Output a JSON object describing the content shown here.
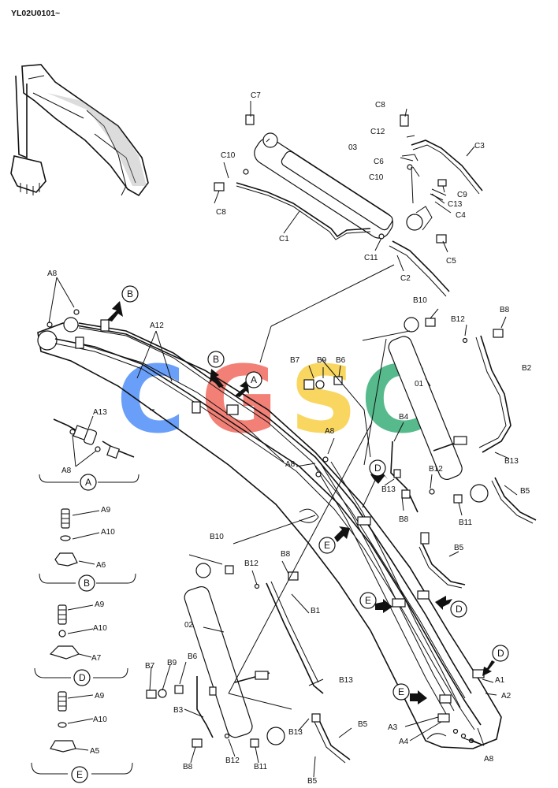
{
  "document_code": "YL02U0101~",
  "watermark": {
    "letters": [
      "C",
      "G",
      "S",
      "C"
    ],
    "colors": [
      "#4f8ff7",
      "#f26a5f",
      "#f7cf45",
      "#3aae7a"
    ]
  },
  "labels": {
    "C7": "C7",
    "C8a": "C8",
    "C8b": "C8",
    "C12": "C12",
    "C3": "C3",
    "C6": "C6",
    "C10a": "C10",
    "C10b": "C10",
    "03": "03",
    "C9": "C9",
    "C13": "C13",
    "C4": "C4",
    "C1": "C1",
    "C11": "C11",
    "C5": "C5",
    "C2": "C2",
    "A8_top": "A8",
    "A12": "A12",
    "B_top": "B",
    "B_mid": "B",
    "A_mid": "A",
    "B7_top": "B7",
    "B9_top": "B9",
    "B6_top": "B6",
    "B10_top": "B10",
    "B12_top": "B12",
    "B8_top": "B8",
    "01": "01",
    "B2": "B2",
    "B4": "B4",
    "B13_right": "B13",
    "A8_mid1": "A8",
    "A8_mid2": "A8",
    "D_up": "D",
    "B13_mid": "B13",
    "B12_mid": "B12",
    "B8_mid": "B8",
    "B11_mid": "B11",
    "B5_right": "B5",
    "A13": "A13",
    "A8_detail": "A8",
    "A_detail": "A",
    "E_mid": "E",
    "B10_low": "B10",
    "B12_low": "B12",
    "B8_low": "B8",
    "B5_mid": "B5",
    "A9_b": "A9",
    "A10_b": "A10",
    "A6": "A6",
    "B_detail": "B",
    "E_low": "E",
    "D_low": "D",
    "02": "02",
    "B1": "B1",
    "A9_d": "A9",
    "A10_d": "A10",
    "A7": "A7",
    "D_detail": "D",
    "D_right": "D",
    "B7_low": "B7",
    "B9_low": "B9",
    "B6_low": "B6",
    "B3": "B3",
    "B13_low1": "B13",
    "B13_low2": "B13",
    "E_bot": "E",
    "A1": "A1",
    "A2": "A2",
    "A3": "A3",
    "A4": "A4",
    "A9_e": "A9",
    "A10_e": "A10",
    "A5": "A5",
    "E_detail": "E",
    "B8_bot": "B8",
    "B12_bot": "B12",
    "B11_bot": "B11",
    "B5_bot1": "B5",
    "B5_bot2": "B5",
    "A8_bot": "A8"
  }
}
